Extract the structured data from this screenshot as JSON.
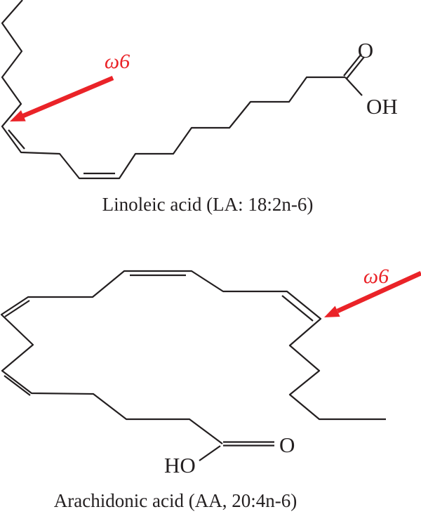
{
  "colors": {
    "ink": "#231f20",
    "accent_red": "#ea2328"
  },
  "figure": {
    "molecules": [
      {
        "name": "Linoleic acid",
        "abbreviation": "LA",
        "lipid_shorthand": "18:2n-6",
        "caption": "Linoleic acid (LA: 18:2n-6)",
        "omega_label": "ω6",
        "carbonyl_oxygen_label": "O",
        "hydroxyl_label": "OH"
      },
      {
        "name": "Arachidonic acid",
        "abbreviation": "AA",
        "lipid_shorthand": "20:4n-6",
        "caption": "Arachidonic acid (AA, 20:4n-6)",
        "omega_label": "ω6",
        "carbonyl_oxygen_label": "O",
        "hydroxyl_label": "HO"
      }
    ]
  }
}
